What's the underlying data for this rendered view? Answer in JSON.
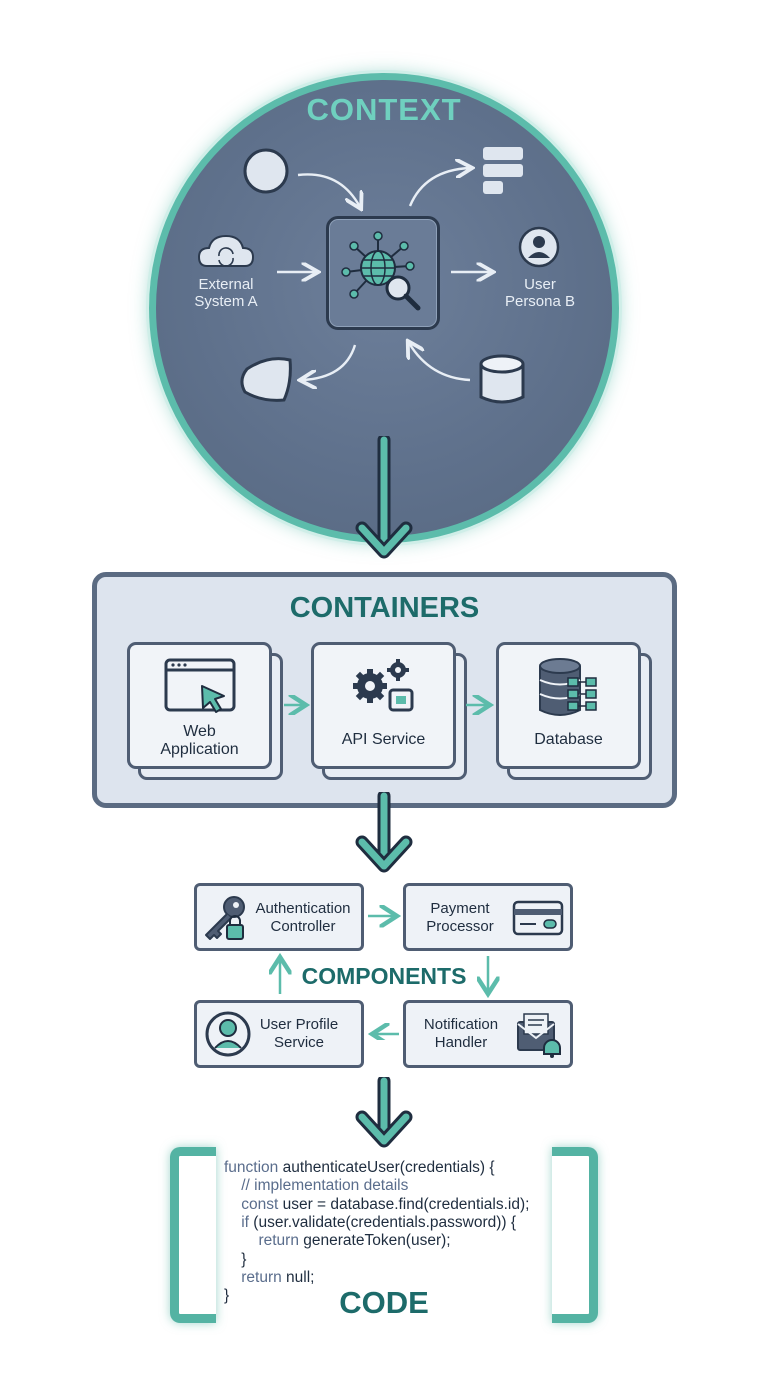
{
  "context": {
    "title": "CONTEXT",
    "external_system_label_line1": "External",
    "external_system_label_line2": "System A",
    "user_persona_label_line1": "User",
    "user_persona_label_line2": "Persona B"
  },
  "containers": {
    "title": "CONTAINERS",
    "items": [
      {
        "label_line1": "Web",
        "label_line2": "Application",
        "icon": "browser-cursor-icon"
      },
      {
        "label_line1": "API Service",
        "label_line2": "",
        "icon": "gears-icon"
      },
      {
        "label_line1": "Database",
        "label_line2": "",
        "icon": "database-icon"
      }
    ]
  },
  "components": {
    "title": "COMPONENTS",
    "items": [
      {
        "label_line1": "Authentication",
        "label_line2": "Controller",
        "icon": "key-lock-icon"
      },
      {
        "label_line1": "Payment",
        "label_line2": "Processor",
        "icon": "credit-card-icon"
      },
      {
        "label_line1": "User Profile",
        "label_line2": "Service",
        "icon": "user-avatar-icon"
      },
      {
        "label_line1": "Notification",
        "label_line2": "Handler",
        "icon": "envelope-bell-icon"
      }
    ]
  },
  "code": {
    "title": "CODE",
    "lines": [
      "function authenticateUser(credentials) {",
      "    // implementation details",
      "    const user = database.find(credentials.id);",
      "    if (user.validate(credentials.password)) {",
      "        return generateToken(user);",
      "    }",
      "    return null;",
      "}"
    ]
  },
  "colors": {
    "teal_accent": "#5cbcab",
    "teal_title": "#1d6b6a",
    "slate_dark": "#4f5d73",
    "context_fill": "#5f718c"
  }
}
